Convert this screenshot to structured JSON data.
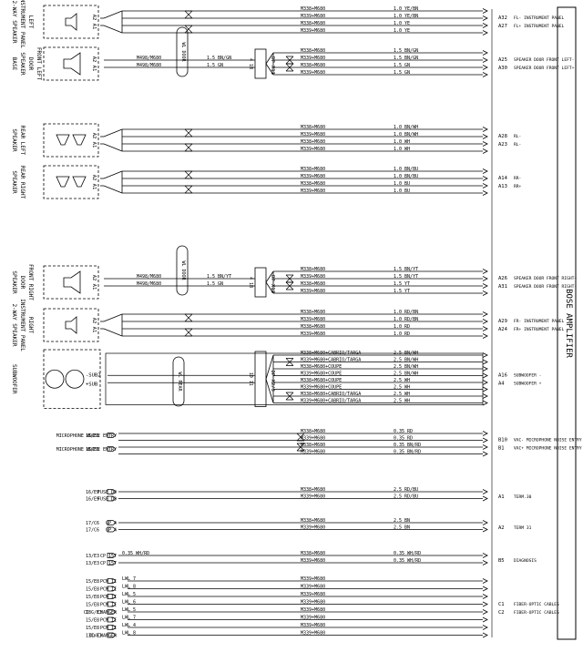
{
  "amplifier": {
    "title": "BOSE AMPLIFIER"
  },
  "wire_sections": [
    {
      "component": [
        "2-WAY SPEAKER",
        "INSTRUMENT PANEL",
        "LEFT"
      ],
      "pins": [
        "A2",
        "A1"
      ],
      "wires": [
        {
          "code": "M338+M680",
          "spec": "1.0 YE/BN"
        },
        {
          "code": "M339+M680",
          "spec": "1.0 YE/BN"
        },
        {
          "code": "M338+M680",
          "spec": "1.0 YE"
        },
        {
          "code": "M339+M680",
          "spec": "1.0 YE"
        }
      ],
      "amp_pins": [
        {
          "pin": "A32",
          "label": "FL- INSTRUMENT PANEL"
        },
        {
          "pin": "A27",
          "label": "FL+ INSTRUMENT PANEL"
        }
      ]
    },
    {
      "component": [
        "BASE",
        "SPEAKER",
        "DOOR",
        "FRONT LEFT"
      ],
      "pins": [
        "A2",
        "A1"
      ],
      "wires": [
        {
          "code": "M338+M680",
          "spec": "1.5 BN/GN"
        },
        {
          "code": "M339+M680",
          "spec": "1.5 BN/GN"
        },
        {
          "code": "M338+M680",
          "spec": "1.5 GN"
        },
        {
          "code": "M339+M680",
          "spec": "1.5 GN"
        }
      ],
      "left_wires": [
        {
          "code": "M498/M680",
          "spec": "1.5 BN/GN"
        },
        {
          "code": "M498/M680",
          "spec": "1.5 GN"
        }
      ],
      "connector": "DP X11",
      "connector_pins": "4 1B",
      "door_label": "WL DOOR",
      "amp_pins": [
        {
          "pin": "A25",
          "label": "SPEAKER DOOR FRONT LEFT-"
        },
        {
          "pin": "A30",
          "label": "SPEAKER DOOR FRONT LEFT+"
        }
      ]
    },
    {
      "component": [
        "SPEAKER",
        "REAR LEFT"
      ],
      "pins": [
        "A2",
        "A1"
      ],
      "wires": [
        {
          "code": "M338+M680",
          "spec": "1.0 BN/WH"
        },
        {
          "code": "M339+M680",
          "spec": "1.0 BN/WH"
        },
        {
          "code": "M338+M680",
          "spec": "1.0 WH"
        },
        {
          "code": "M339+M680",
          "spec": "1.0 WH"
        }
      ],
      "amp_pins": [
        {
          "pin": "A28",
          "label": "RL-"
        },
        {
          "pin": "A23",
          "label": "RL-"
        }
      ]
    },
    {
      "component": [
        "SPEAKER",
        "REAR RIGHT"
      ],
      "pins": [
        "A2",
        "A1"
      ],
      "wires": [
        {
          "code": "M338+M680",
          "spec": "1.0 BN/BU"
        },
        {
          "code": "M339+M680",
          "spec": "1.0 BN/BU"
        },
        {
          "code": "M338+M680",
          "spec": "1.0 BU"
        },
        {
          "code": "M339+M680",
          "spec": "1.0 BU"
        }
      ],
      "amp_pins": [
        {
          "pin": "A14",
          "label": "RR-"
        },
        {
          "pin": "A13",
          "label": "RR+"
        }
      ]
    },
    {
      "component": [
        "SPEAKER",
        "DOOR",
        "FRONT RIGHT"
      ],
      "pins": [
        "A2",
        "A1"
      ],
      "wires": [
        {
          "code": "M338+M680",
          "spec": "1.5 BN/YT"
        },
        {
          "code": "M339+M680",
          "spec": "1.5 BN/YT"
        },
        {
          "code": "M338+M680",
          "spec": "1.5 YT"
        },
        {
          "code": "M339+M680",
          "spec": "1.5 YT"
        }
      ],
      "left_wires": [
        {
          "code": "M498/M680",
          "spec": "1.5 BN/YT"
        },
        {
          "code": "M498/M680",
          "spec": "1.5 GN"
        }
      ],
      "connector": "DP X12",
      "connector_pins": "4 1B",
      "door_label": "WL DOOR",
      "amp_pins": [
        {
          "pin": "A26",
          "label": "SPEAKER DOOR FRONT RIGHT+"
        },
        {
          "pin": "A31",
          "label": "SPEAKER DOOR FRONT RIGHT-"
        }
      ]
    },
    {
      "component": [
        "2-WAY SPEAKER",
        "INSTRUMENT PANEL",
        "RIGHT"
      ],
      "pins": [
        "A2",
        "A1"
      ],
      "wires": [
        {
          "code": "M338+M680",
          "spec": "1.0 RD/BN"
        },
        {
          "code": "M339+M680",
          "spec": "1.0 RD/BN"
        },
        {
          "code": "M338+M680",
          "spec": "1.0 RD"
        },
        {
          "code": "M339+M680",
          "spec": "1.0 RD"
        }
      ],
      "amp_pins": [
        {
          "pin": "A29",
          "label": "FR- INSTRUMENT PANEL"
        },
        {
          "pin": "A24",
          "label": "FR+ INSTRUMENT PANEL"
        }
      ]
    },
    {
      "component": [
        "SUBWOOFER"
      ],
      "pins": [
        "-SUB2",
        "+SUB"
      ],
      "wires": [
        {
          "code": "M338+M680+CABRIO/TARGA",
          "spec": "2.5 BN/WH"
        },
        {
          "code": "M339+M680+CABRIO/TARGA",
          "spec": "2.5 BN/WH"
        },
        {
          "code": "M338+M680+COUPE",
          "spec": "2.5 BN/WH"
        },
        {
          "code": "M339+M680+COUPE",
          "spec": "2.5 BN/WH"
        },
        {
          "code": "M338+M680+COUPE",
          "spec": "2.5 WH"
        },
        {
          "code": "M339+M680+COUPE",
          "spec": "2.5 WH"
        },
        {
          "code": "M338+M680+CABRIO/TARGA",
          "spec": "2.5 WH"
        },
        {
          "code": "M339+M680+CABRIO/TARGA",
          "spec": "2.5 WH"
        }
      ],
      "connector": "DP X2/3",
      "connector_pins": "10 11",
      "door_label": "WL REAR",
      "amp_pins": [
        {
          "pin": "A16",
          "label": "SUBWOOFER -"
        },
        {
          "pin": "A4",
          "label": "SUBWOOFER +"
        }
      ]
    }
  ],
  "signal_sections": [
    {
      "inputs": [
        {
          "label": "MICROPHONE NOISE ENTRY",
          "ref": "15/E5"
        },
        {
          "label": "MICROPHONE NOISE ENTRY",
          "ref": "15/E5"
        }
      ],
      "wires": [
        {
          "code": "M338+M680",
          "spec": "0.35 RD"
        },
        {
          "code": "M339+M680",
          "spec": "0.35 RD"
        },
        {
          "code": "M338+M680",
          "spec": "0.35 BN/RD"
        },
        {
          "code": "M339+M680",
          "spec": "0.35 BN/RD"
        }
      ],
      "amp_pins": [
        {
          "pin": "B10",
          "label": "VAC- MICROPHONE NOISE ENTRY"
        },
        {
          "pin": "B1",
          "label": "VAC+ MICROPHONE NOISE ENTRY"
        }
      ]
    },
    {
      "inputs": [
        {
          "label": "FUSE D9",
          "ref": "16/E9"
        },
        {
          "label": "FUSE D9",
          "ref": "16/E9"
        }
      ],
      "wires": [
        {
          "code": "M338+M680",
          "spec": "2.5 RD/BU"
        },
        {
          "code": "M339+M680",
          "spec": "2.5 RD/BU"
        }
      ],
      "amp_pins": [
        {
          "pin": "A1",
          "label": "TERM.30"
        }
      ]
    },
    {
      "inputs": [
        {
          "label": "GP 4",
          "ref": "17/C6"
        },
        {
          "label": "GP 4",
          "ref": "17/C6"
        }
      ],
      "wires": [
        {
          "code": "M338+M680",
          "spec": "2.5 BN"
        },
        {
          "code": "M339+M680",
          "spec": "2.5 BN"
        }
      ],
      "amp_pins": [
        {
          "pin": "A2",
          "label": "TERM 31"
        }
      ]
    },
    {
      "inputs": [
        {
          "label": "CP 15T",
          "ref": "13/E3"
        },
        {
          "label": "CP 15T",
          "ref": "13/E3"
        }
      ],
      "left_specs": [
        "0.35 WH/RD",
        ""
      ],
      "wires": [
        {
          "code": "M338+M680",
          "spec": "0.35 WH/RD"
        },
        {
          "code": "M339+M680",
          "spec": "0.35 WH/RD"
        }
      ],
      "amp_pins": [
        {
          "pin": "B5",
          "label": "DIAGNOSIS"
        }
      ]
    },
    {
      "inputs": [
        {
          "label": "PCM II",
          "ref": "15/E8"
        },
        {
          "label": "PCM II",
          "ref": "15/E8"
        },
        {
          "label": "PCM II",
          "ref": "15/E8"
        },
        {
          "label": "PCM II",
          "ref": "15/E8"
        },
        {
          "label": "CD - CHANGER",
          "ref": "13C/E3"
        },
        {
          "label": "PCM II",
          "ref": "15/E8"
        },
        {
          "label": "PCM II",
          "ref": "15/E8"
        },
        {
          "label": "CD-CHANGER",
          "ref": "13C/E3"
        }
      ],
      "left_specs": [
        "LWL 7",
        "LWL 8",
        "LWL 5",
        "LWL 6",
        "LWL 5",
        "LWL 7",
        "LWL 4",
        "LWL 8"
      ],
      "wires": [
        {
          "code": "M339+M680",
          "spec": ""
        },
        {
          "code": "M339+M680",
          "spec": ""
        },
        {
          "code": "M339+M680",
          "spec": ""
        },
        {
          "code": "M339+M680",
          "spec": ""
        },
        {
          "code": "M339+M680",
          "spec": ""
        },
        {
          "code": "M339+M680",
          "spec": ""
        },
        {
          "code": "M339+M680",
          "spec": ""
        },
        {
          "code": "M339+M680",
          "spec": ""
        }
      ],
      "amp_pins": [
        {
          "pin": "C1",
          "label": "FIBER-OPTIC CABLES"
        },
        {
          "pin": "C2",
          "label": "FIBER-OPTIC CABLES"
        }
      ]
    }
  ]
}
